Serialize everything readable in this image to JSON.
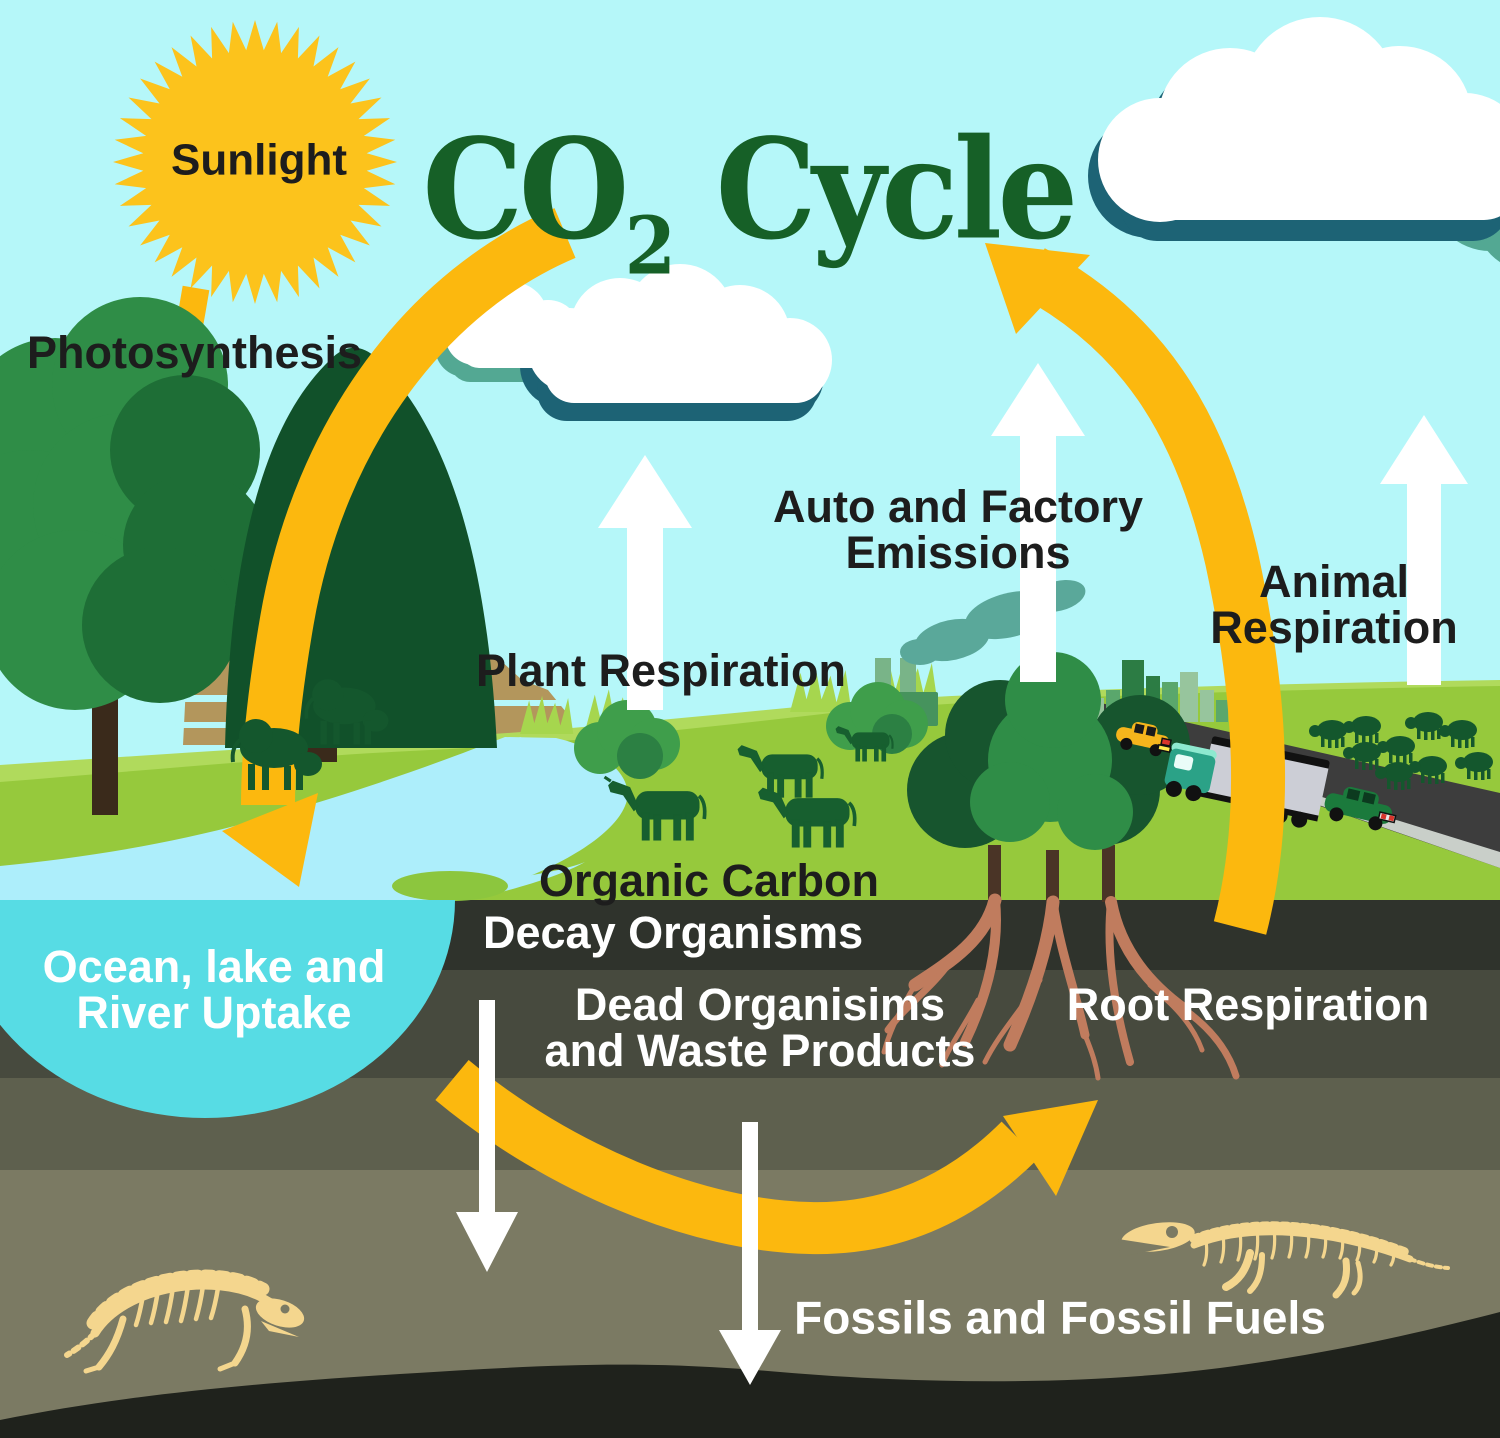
{
  "diagram_title": {
    "prefix": "CO",
    "subscript": "2",
    "suffix": " Cycle"
  },
  "labels": {
    "sunlight": "Sunlight",
    "photosynthesis": "Photosynthesis",
    "plant_respiration": "Plant Respiration",
    "auto_factory": {
      "line1": "Auto and Factory",
      "line2": "Emissions"
    },
    "animal_respiration": {
      "line1": "Animal",
      "line2": "Respiration"
    },
    "organic_carbon": "Organic Carbon",
    "decay_organisms": "Decay Organisms",
    "dead_organisms": {
      "line1": "Dead Organisims",
      "line2": "and Waste Products"
    },
    "root_respiration": "Root Respiration",
    "ocean_uptake": {
      "line1": "Ocean, lake and",
      "line2": "River Uptake"
    },
    "fossils": "Fossils and Fossil Fuels"
  },
  "palette": {
    "sky": "#b5f7f9",
    "sun_yellow": "#fcc31c",
    "arrow_yellow": "#fcb80e",
    "title_green": "#166027",
    "grass": "#96c93c",
    "grass_light": "#b0da5c",
    "water": "#adeefb",
    "ocean": "#57dce4",
    "mesa_tan": "#b3965c",
    "tree_dark": "#11512a",
    "tree_mid": "#2f8d47",
    "animal_silhouette": "#14572d",
    "road_gray": "#3d3d3d",
    "band_decay": "#2f332c",
    "band_dead": "#474a3e",
    "band_mid": "#5e604e",
    "band_fossil": "#7b7a63",
    "deep_black": "#1f221c",
    "root_sienna": "#c07c5e",
    "fossil_cream": "#f4d68e",
    "cloud_shadow_dark": "#1d6375",
    "cloud_shadow_light": "#53a893",
    "smoke_teal": "#5aa89a",
    "factory_green": "#46935d",
    "arrow_white": "#ffffff"
  }
}
